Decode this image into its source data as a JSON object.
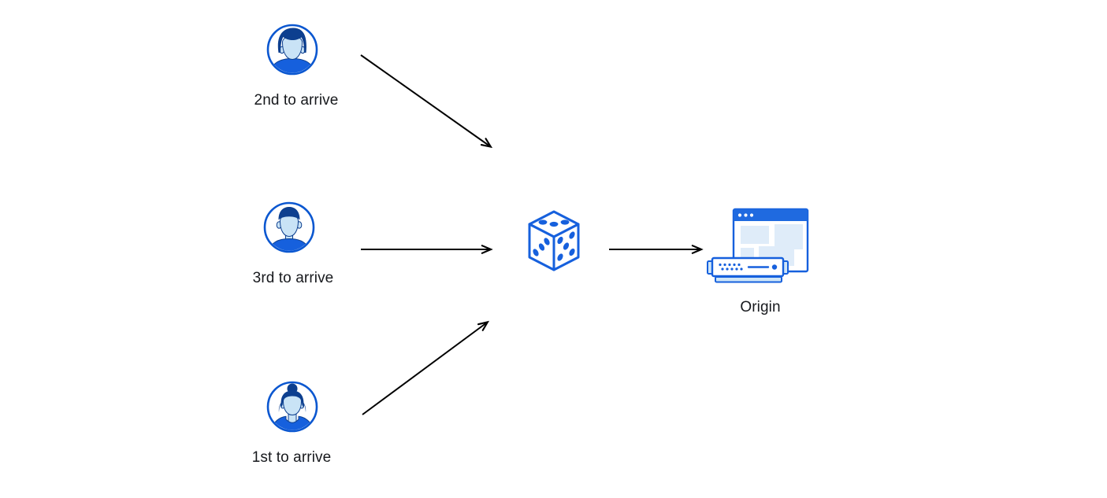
{
  "diagram": {
    "description": "Three clients arriving in different order send requests through a randomizing step (dice) to a single origin server",
    "nodes": {
      "user_2nd": {
        "label": "2nd to arrive",
        "icon": "avatar-male-swept-hair-icon"
      },
      "user_3rd": {
        "label": "3rd to arrive",
        "icon": "avatar-male-short-hair-icon"
      },
      "user_1st": {
        "label": "1st to arrive",
        "icon": "avatar-female-bun-icon"
      },
      "dice": {
        "label": "",
        "icon": "dice-icon"
      },
      "origin": {
        "label": "Origin",
        "icon": "origin-server-browser-icon"
      }
    },
    "edges": [
      {
        "from": "user_2nd",
        "to": "dice"
      },
      {
        "from": "user_3rd",
        "to": "dice"
      },
      {
        "from": "user_1st",
        "to": "dice"
      },
      {
        "from": "dice",
        "to": "origin"
      }
    ],
    "colors": {
      "icon_blue": "#1660dd",
      "dark_navy": "#0d3f8f",
      "skin_light_blue": "#c9e3f6",
      "panel_light_blue": "#dfecf9",
      "server_tab_blue": "#cfe6f7",
      "arrow_black": "#000000",
      "label_text": "#17191d",
      "background": "#ffffff"
    }
  }
}
